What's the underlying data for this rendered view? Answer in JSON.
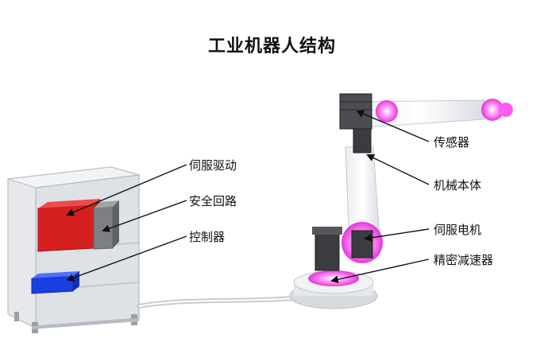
{
  "title": "工业机器人结构",
  "labels": {
    "servo_drive": "伺服驱动",
    "safety_circuit": "安全回路",
    "controller": "控制器",
    "sensor": "传感器",
    "robot_body": "机械本体",
    "servo_motor": "伺服电机",
    "reducer": "精密减速器"
  },
  "colors": {
    "servo_drive": "#d62020",
    "safety_circuit": "#808080",
    "controller": "#1a3fe0",
    "highlight": "#ff3df0"
  }
}
